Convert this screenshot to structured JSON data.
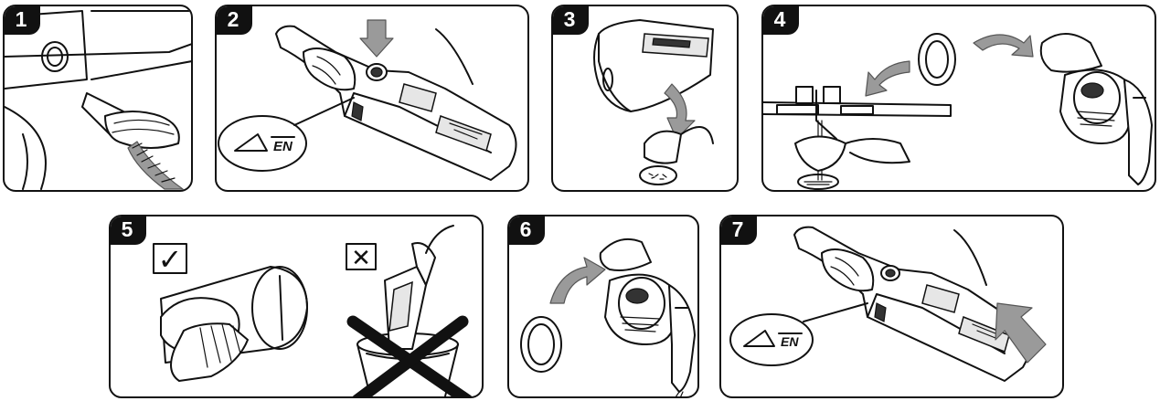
{
  "steps": [
    {
      "number": "1",
      "icon": "car-outlet-plug-icon"
    },
    {
      "number": "2",
      "icon": "release-button-icon"
    },
    {
      "number": "3",
      "icon": "empty-dust-bowl-icon"
    },
    {
      "number": "4",
      "icon": "rinse-filter-icon"
    },
    {
      "number": "5",
      "icon": "wipe-filter-icon"
    },
    {
      "number": "6",
      "icon": "refit-filter-icon"
    },
    {
      "number": "7",
      "icon": "reattach-bowl-icon"
    }
  ],
  "callout_text": "EN",
  "marks": {
    "correct": "✓",
    "incorrect": "✕"
  },
  "colors": {
    "outline": "#111111",
    "arrow_gray": "#9a9a9a",
    "badge_bg": "#111111"
  }
}
